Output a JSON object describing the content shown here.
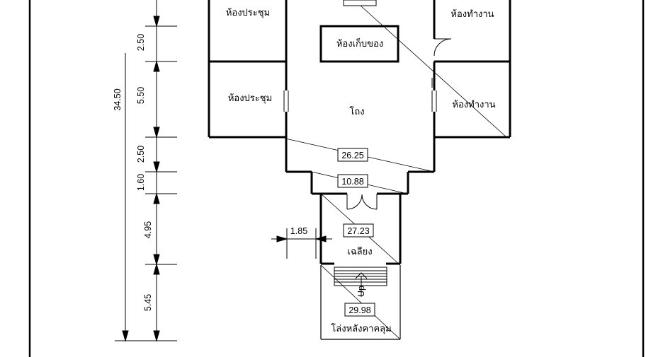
{
  "rooms": {
    "meeting_top": "ห้องประชุม",
    "meeting_bottom": "ห้องประชุม",
    "storage": "ห้องเก็บของ",
    "work_top": "ห้องทำงาน",
    "work_bottom": "ห้องทำงาน",
    "hall": "โถง",
    "veranda": "เฉลียง",
    "covered_yard": "โล่งหลังคาคลุม"
  },
  "areas": {
    "hall_area": "26.25",
    "entry_area": "10.88",
    "veranda_area": "27.23",
    "yard_area": "29.98"
  },
  "dimensions": {
    "overall": "34.50",
    "seg_2_50_a": "2.50",
    "seg_5_50": "5.50",
    "seg_2_50_b": "2.50",
    "seg_1_60": "1.60",
    "seg_4_95": "4.95",
    "seg_5_45": "5.45",
    "offset_1_85": "1.85"
  },
  "stair": {
    "up_label": "Up"
  }
}
